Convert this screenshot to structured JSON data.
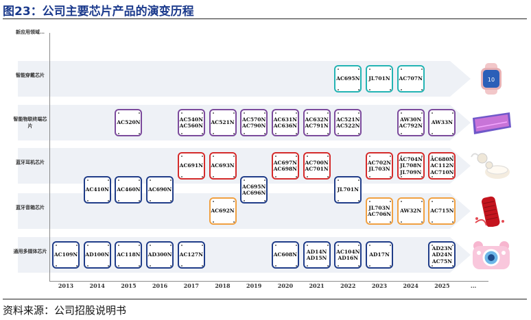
{
  "title": "图23：公司主要芯片产品的演变历程",
  "source": "资料来源：公司招股说明书",
  "rows": [
    {
      "label": "新应用领域…"
    },
    {
      "label": "智能穿戴芯片"
    },
    {
      "label": "智能物联终端芯片"
    },
    {
      "label": "蓝牙耳机芯片"
    },
    {
      "label": "蓝牙音箱芯片"
    },
    {
      "label": "通用多媒体芯片"
    }
  ],
  "years": [
    "2013",
    "2014",
    "2015",
    "2016",
    "2017",
    "2018",
    "2019",
    "2020",
    "2021",
    "2022",
    "2023",
    "2024",
    "2025",
    "..."
  ],
  "colors": {
    "navy": "#1f3c88",
    "purple": "#7b4a9c",
    "red": "#d42a2a",
    "orange": "#f0a040",
    "teal": "#22b3b3"
  },
  "chips": [
    {
      "year": "2022",
      "row": 1,
      "color": "teal",
      "lines": [
        "AC695N"
      ]
    },
    {
      "year": "2023",
      "row": 1,
      "color": "teal",
      "lines": [
        "JL701N"
      ]
    },
    {
      "year": "2024",
      "row": 1,
      "color": "teal",
      "lines": [
        "AC707N"
      ]
    },
    {
      "year": "2015",
      "row": 2,
      "color": "purple",
      "lines": [
        "AC520N"
      ]
    },
    {
      "year": "2017",
      "row": 2,
      "color": "purple",
      "lines": [
        "AC540N",
        "AC560N"
      ]
    },
    {
      "year": "2018",
      "row": 2,
      "color": "purple",
      "lines": [
        "AC521N"
      ]
    },
    {
      "year": "2019",
      "row": 2,
      "color": "purple",
      "lines": [
        "AC570N",
        "AC790N"
      ]
    },
    {
      "year": "2020",
      "row": 2,
      "color": "purple",
      "lines": [
        "AC631N",
        "AC636N"
      ]
    },
    {
      "year": "2021",
      "row": 2,
      "color": "purple",
      "lines": [
        "AC632N",
        "AC791N"
      ]
    },
    {
      "year": "2022",
      "row": 2,
      "color": "purple",
      "lines": [
        "AC521N",
        "AC522N"
      ]
    },
    {
      "year": "2024",
      "row": 2,
      "color": "purple",
      "lines": [
        "AW30N",
        "AC792N"
      ]
    },
    {
      "year": "2025",
      "row": 2,
      "color": "purple",
      "lines": [
        "AW33N"
      ]
    },
    {
      "year": "2017",
      "row": 3,
      "color": "red",
      "lines": [
        "AC691N"
      ]
    },
    {
      "year": "2018",
      "row": 3,
      "color": "red",
      "lines": [
        "AC693N"
      ]
    },
    {
      "year": "2020",
      "row": 3,
      "color": "red",
      "lines": [
        "AC697N",
        "AC698N"
      ]
    },
    {
      "year": "2021",
      "row": 3,
      "color": "red",
      "lines": [
        "AC700N",
        "AC701N"
      ]
    },
    {
      "year": "2023",
      "row": 3,
      "color": "red",
      "lines": [
        "AC702N",
        "JL703N"
      ]
    },
    {
      "year": "2024",
      "row": 3,
      "color": "red",
      "lines": [
        "AC704N",
        "JL708N",
        "JL709N"
      ]
    },
    {
      "year": "2025",
      "row": 3,
      "color": "red",
      "lines": [
        "AC680N",
        "AC112N",
        "AC710N"
      ]
    },
    {
      "year": "2014",
      "row": 3.5,
      "color": "navy",
      "lines": [
        "AC410N"
      ]
    },
    {
      "year": "2015",
      "row": 3.5,
      "color": "navy",
      "lines": [
        "AC460N"
      ]
    },
    {
      "year": "2016",
      "row": 3.5,
      "color": "navy",
      "lines": [
        "AC690N"
      ]
    },
    {
      "year": "2019",
      "row": 3.5,
      "color": "navy",
      "lines": [
        "AC695N",
        "AC696N"
      ]
    },
    {
      "year": "2022",
      "row": 3.5,
      "color": "navy",
      "lines": [
        "JL701N"
      ]
    },
    {
      "year": "2018",
      "row": 4,
      "color": "orange",
      "lines": [
        "AC692N"
      ]
    },
    {
      "year": "2023",
      "row": 4,
      "color": "orange",
      "lines": [
        "JL703N",
        "AC706N"
      ]
    },
    {
      "year": "2024",
      "row": 4,
      "color": "orange",
      "lines": [
        "AW32N"
      ]
    },
    {
      "year": "2025",
      "row": 4,
      "color": "orange",
      "lines": [
        "AC715N"
      ]
    },
    {
      "year": "2013",
      "row": 5,
      "color": "navy",
      "lines": [
        "AC109N"
      ]
    },
    {
      "year": "2014",
      "row": 5,
      "color": "navy",
      "lines": [
        "AD100N"
      ]
    },
    {
      "year": "2015",
      "row": 5,
      "color": "navy",
      "lines": [
        "AC118N"
      ]
    },
    {
      "year": "2016",
      "row": 5,
      "color": "navy",
      "lines": [
        "AD300N"
      ]
    },
    {
      "year": "2017",
      "row": 5,
      "color": "navy",
      "lines": [
        "AC127N"
      ]
    },
    {
      "year": "2020",
      "row": 5,
      "color": "navy",
      "lines": [
        "AC608N"
      ]
    },
    {
      "year": "2021",
      "row": 5,
      "color": "navy",
      "lines": [
        "AD14N",
        "AD15N"
      ]
    },
    {
      "year": "2022",
      "row": 5,
      "color": "navy",
      "lines": [
        "AC104N",
        "AD16N"
      ]
    },
    {
      "year": "2023",
      "row": 5,
      "color": "navy",
      "lines": [
        "AD17N"
      ]
    },
    {
      "year": "2025",
      "row": 5,
      "color": "navy",
      "lines": [
        "AD23N",
        "AD24N",
        "AC75N"
      ]
    }
  ],
  "products": [
    {
      "row": 1,
      "icon": "smartwatch-icon"
    },
    {
      "row": 2,
      "icon": "smartphone-icon"
    },
    {
      "row": 3,
      "icon": "earbuds-icon"
    },
    {
      "row": 4,
      "icon": "speaker-icon"
    },
    {
      "row": 5,
      "icon": "kids-camera-icon"
    }
  ]
}
